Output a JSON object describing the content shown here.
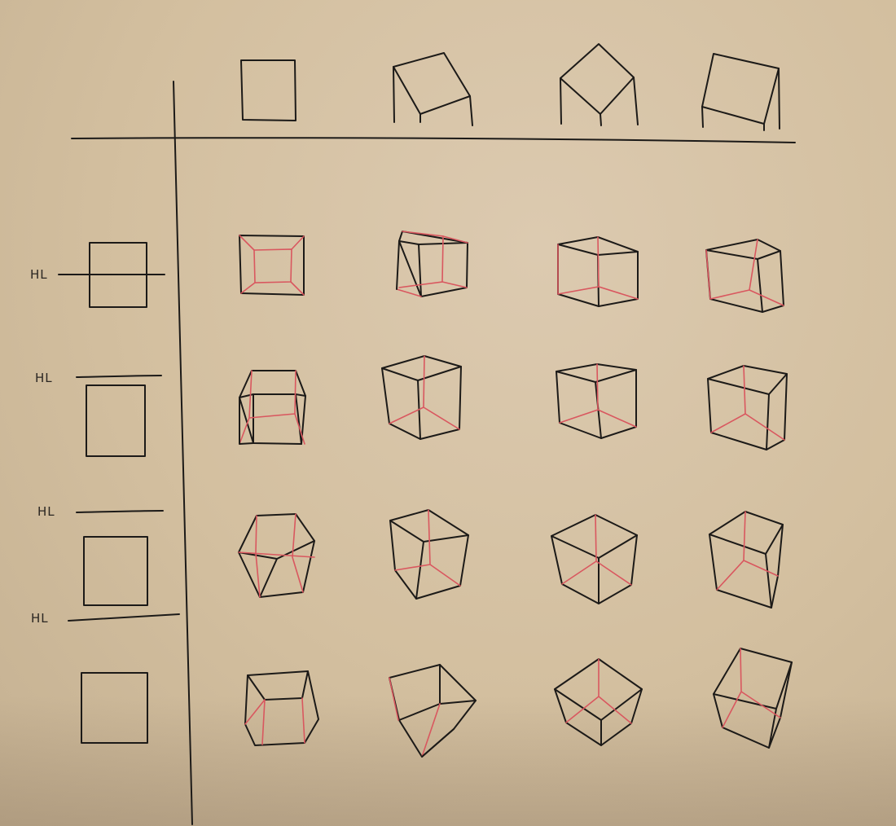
{
  "colors": {
    "paper": "#d3bf9f",
    "ink": "#1c1a18",
    "hidden_edge": "#d9575f"
  },
  "horizon_labels": [
    "HL",
    "HL",
    "HL",
    "HL"
  ]
}
